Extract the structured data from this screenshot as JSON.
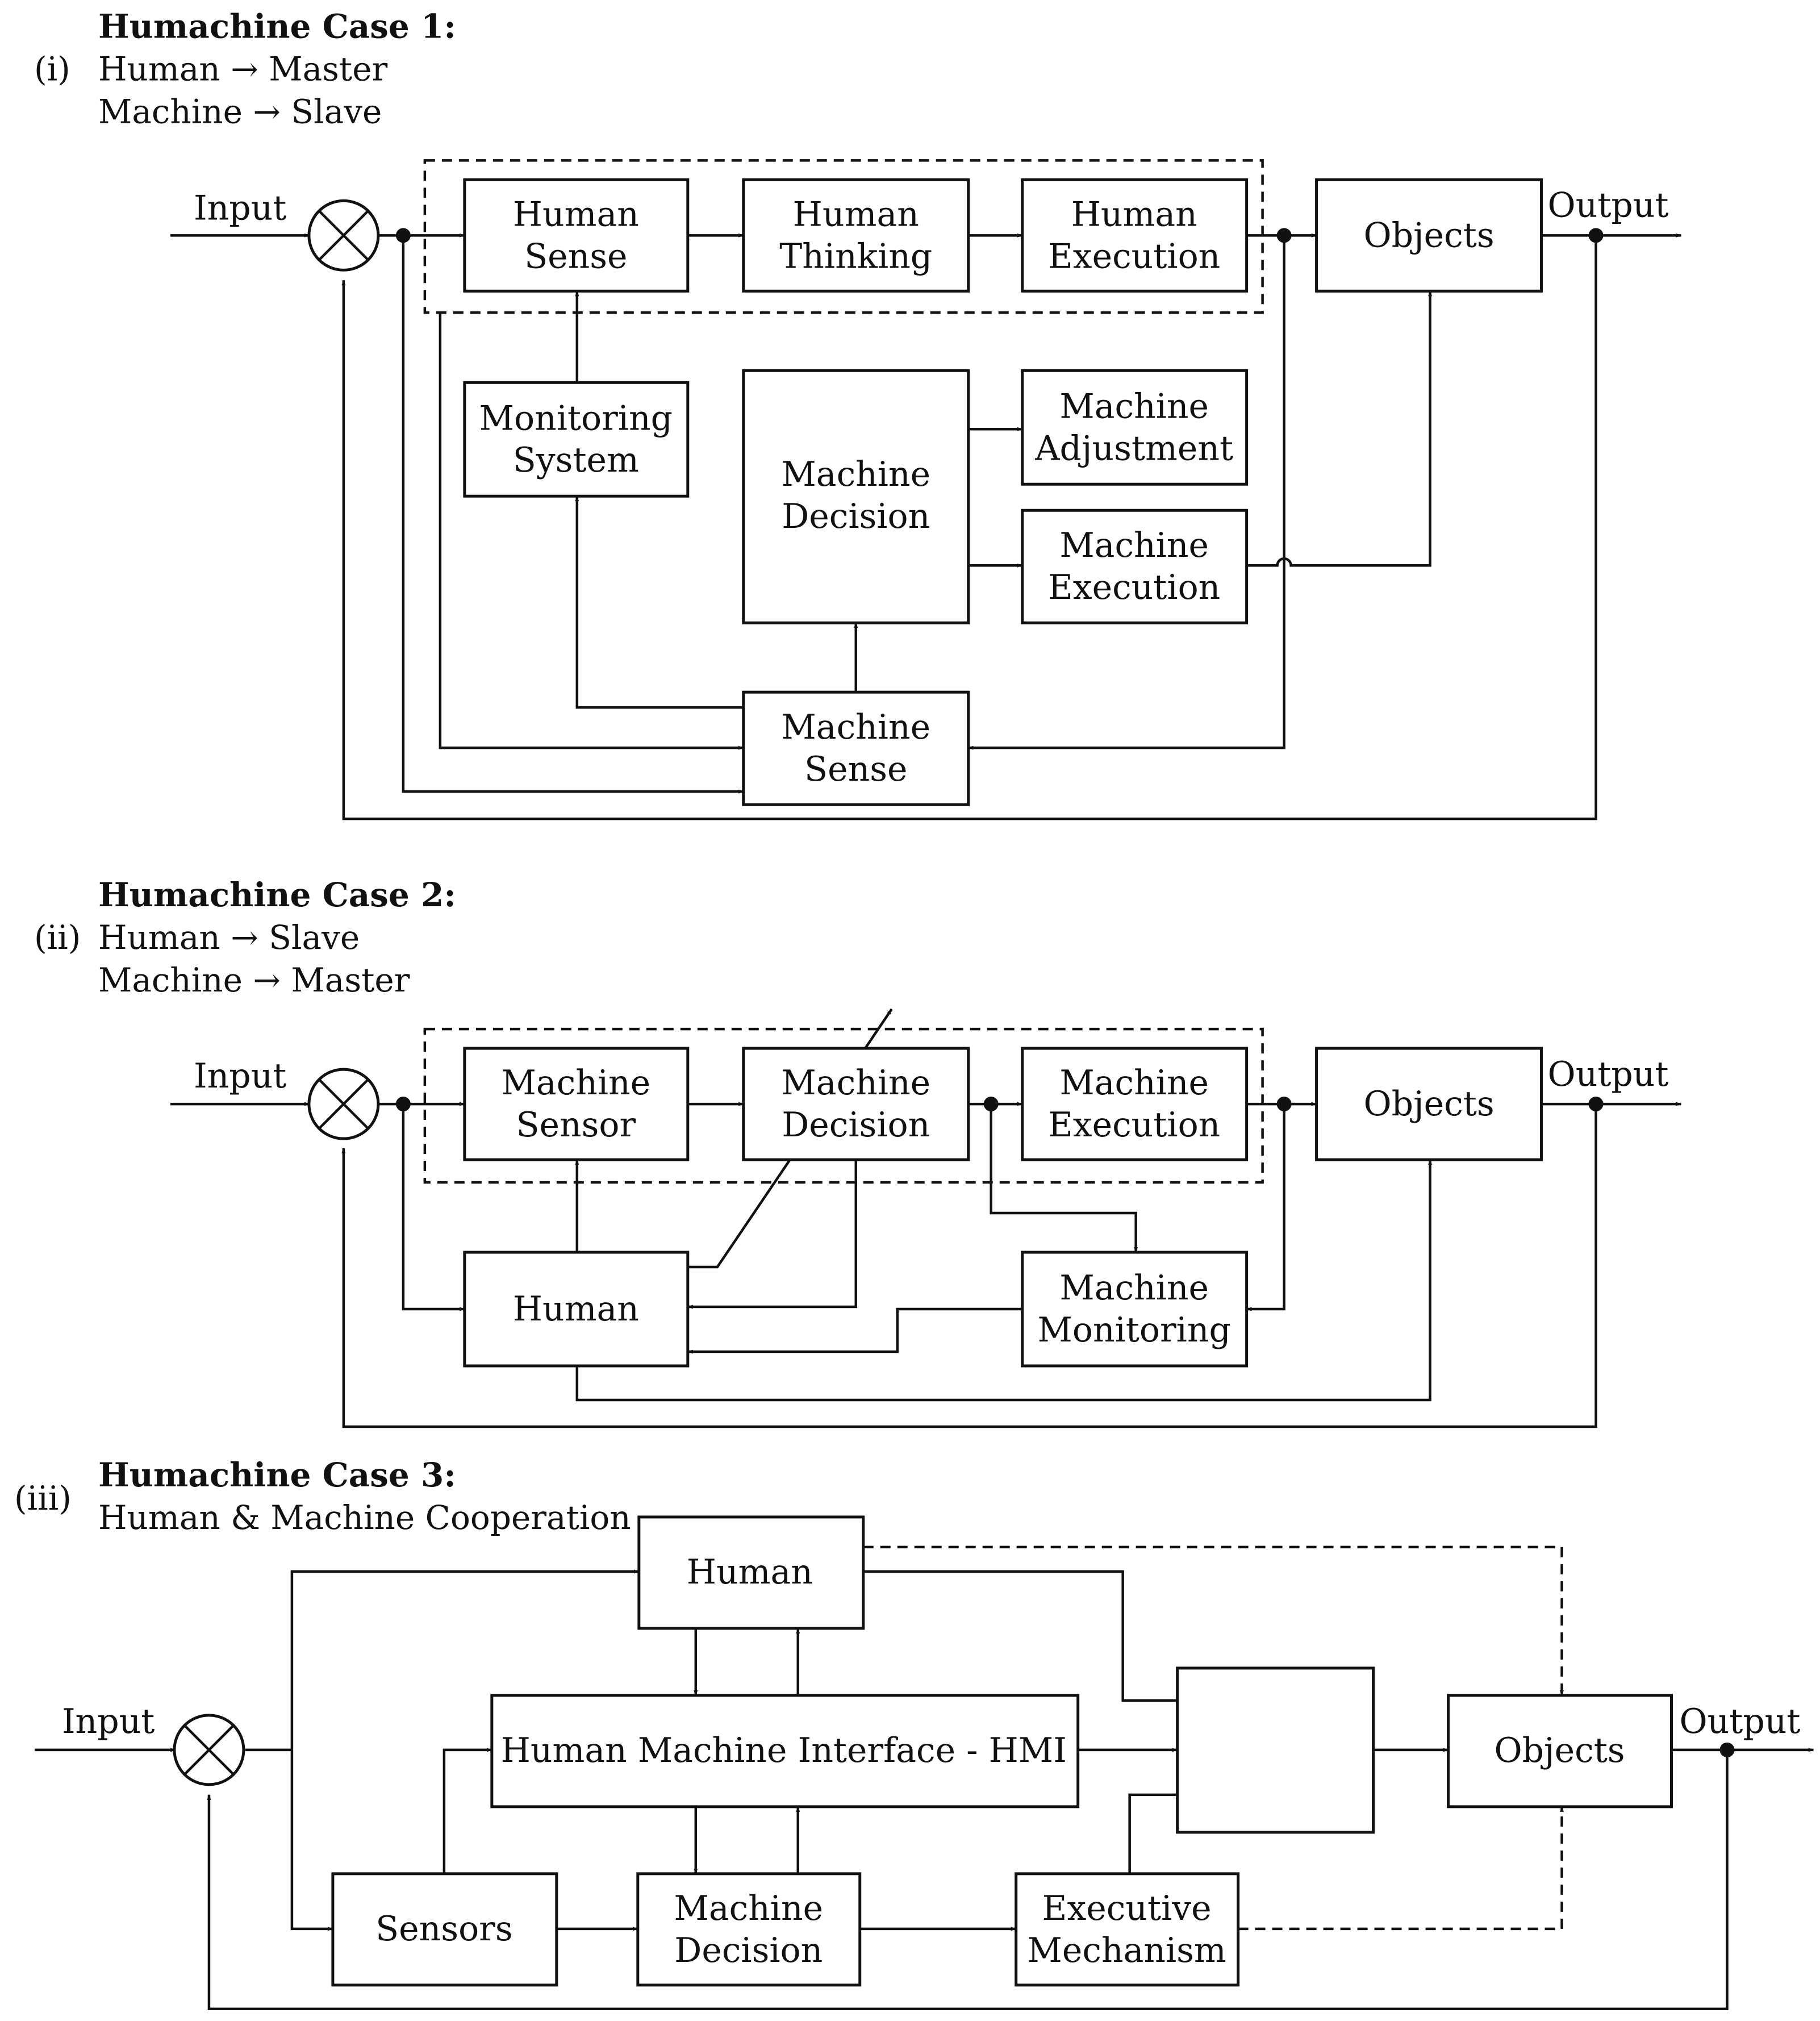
{
  "case1": {
    "roman": "(i)",
    "title": "Humachine Case 1:",
    "line1": "Human → Master",
    "line2": "Machine → Slave",
    "input": "Input",
    "output": "Output",
    "blocks": {
      "human_sense": [
        "Human",
        "Sense"
      ],
      "human_thinking": [
        "Human",
        "Thinking"
      ],
      "human_execution": [
        "Human",
        "Execution"
      ],
      "objects": [
        "Objects"
      ],
      "monitoring_system": [
        "Monitoring",
        "System"
      ],
      "machine_decision": [
        "Machine",
        "Decision"
      ],
      "machine_adjustment": [
        "Machine",
        "Adjustment"
      ],
      "machine_execution": [
        "Machine",
        "Execution"
      ],
      "machine_sense": [
        "Machine",
        "Sense"
      ]
    }
  },
  "case2": {
    "roman": "(ii)",
    "title": "Humachine Case 2:",
    "line1": "Human → Slave",
    "line2": "Machine → Master",
    "input": "Input",
    "output": "Output",
    "blocks": {
      "machine_sensor": [
        "Machine",
        "Sensor"
      ],
      "machine_decision": [
        "Machine",
        "Decision"
      ],
      "machine_execution": [
        "Machine",
        "Execution"
      ],
      "objects": [
        "Objects"
      ],
      "human": [
        "Human"
      ],
      "machine_monitoring": [
        "Machine",
        "Monitoring"
      ]
    }
  },
  "case3": {
    "roman": "(iii)",
    "title": "Humachine Case 3:",
    "line1": "Human & Machine Cooperation",
    "input": "Input",
    "output": "Output",
    "blocks": {
      "human": [
        "Human"
      ],
      "hmi": [
        "Human Machine Interface - HMI"
      ],
      "objects": [
        "Objects"
      ],
      "sensors": [
        "Sensors"
      ],
      "machine_decision": [
        "Machine",
        "Decision"
      ],
      "executive_mechanism": [
        "Executive",
        "Mechanism"
      ]
    }
  }
}
